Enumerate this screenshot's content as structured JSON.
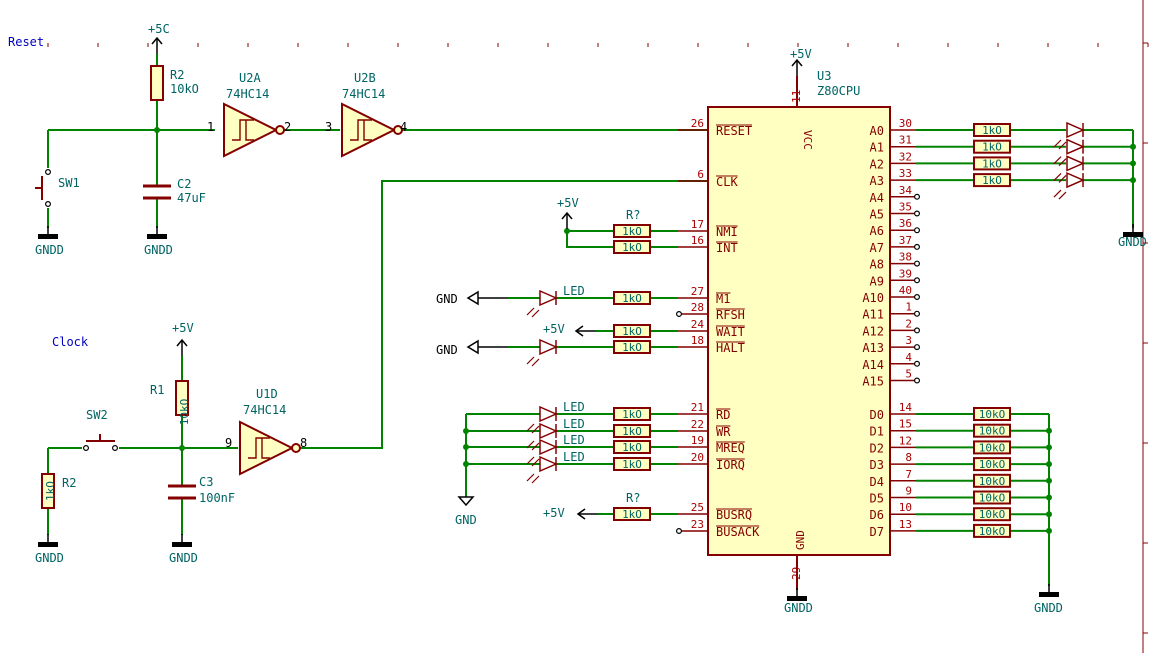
{
  "colors": {
    "wire": "#008400",
    "body": "#840000",
    "body_fill": "#ffffc2",
    "label": "#006464",
    "ref": "#006464",
    "pin_num": "#a90000",
    "pin_name": "#840000",
    "title": "#0000c2",
    "power": "#000000"
  },
  "sections": {
    "reset": "Reset",
    "clock": "Clock"
  },
  "power": {
    "p5c": "+5C",
    "p5v": "+5V",
    "gndd": "GNDD",
    "gnd": "GND"
  },
  "parts": {
    "r2_top": {
      "ref": "R2",
      "value": "10kO"
    },
    "c2": {
      "ref": "C2",
      "value": "47uF"
    },
    "sw1": {
      "ref": "SW1"
    },
    "u2a": {
      "ref": "U2A",
      "value": "74HC14",
      "pin_in": "1",
      "pin_out": "2"
    },
    "u2b": {
      "ref": "U2B",
      "value": "74HC14",
      "pin_in": "3",
      "pin_out": "4"
    },
    "r1": {
      "ref": "R1",
      "value": "10kO"
    },
    "sw2": {
      "ref": "SW2"
    },
    "r2_bot": {
      "ref": "R2",
      "value": "1kO"
    },
    "c3": {
      "ref": "C3",
      "value": "100nF"
    },
    "u1d": {
      "ref": "U1D",
      "value": "74HC14",
      "pin_in": "9",
      "pin_out": "8"
    },
    "u3": {
      "ref": "U3",
      "value": "Z80CPU",
      "vcc": "VCC",
      "gnd": "GND",
      "vcc_pin": "11",
      "gnd_pin": "29"
    },
    "rnmi": {
      "ref": "R?",
      "value": "1kO"
    },
    "rbus": {
      "ref": "R?",
      "value": "1kO"
    },
    "led_label": "LED",
    "r_1k": "1kO",
    "r_10k": "10kO"
  },
  "left_pins": [
    {
      "num": "26",
      "name": "RESET"
    },
    {
      "num": "6",
      "name": "CLK"
    },
    {
      "num": "17",
      "name": "NMI"
    },
    {
      "num": "16",
      "name": "INT"
    },
    {
      "num": "27",
      "name": "M1"
    },
    {
      "num": "28",
      "name": "RFSH"
    },
    {
      "num": "24",
      "name": "WAIT"
    },
    {
      "num": "18",
      "name": "HALT"
    },
    {
      "num": "21",
      "name": "RD"
    },
    {
      "num": "22",
      "name": "WR"
    },
    {
      "num": "19",
      "name": "MREQ"
    },
    {
      "num": "20",
      "name": "IORQ"
    },
    {
      "num": "25",
      "name": "BUSRQ"
    },
    {
      "num": "23",
      "name": "BUSACK"
    }
  ],
  "address_pins": [
    {
      "num": "30",
      "name": "A0"
    },
    {
      "num": "31",
      "name": "A1"
    },
    {
      "num": "32",
      "name": "A2"
    },
    {
      "num": "33",
      "name": "A3"
    },
    {
      "num": "34",
      "name": "A4"
    },
    {
      "num": "35",
      "name": "A5"
    },
    {
      "num": "36",
      "name": "A6"
    },
    {
      "num": "37",
      "name": "A7"
    },
    {
      "num": "38",
      "name": "A8"
    },
    {
      "num": "39",
      "name": "A9"
    },
    {
      "num": "40",
      "name": "A10"
    },
    {
      "num": "1",
      "name": "A11"
    },
    {
      "num": "2",
      "name": "A12"
    },
    {
      "num": "3",
      "name": "A13"
    },
    {
      "num": "4",
      "name": "A14"
    },
    {
      "num": "5",
      "name": "A15"
    }
  ],
  "data_pins": [
    {
      "num": "14",
      "name": "D0"
    },
    {
      "num": "15",
      "name": "D1"
    },
    {
      "num": "12",
      "name": "D2"
    },
    {
      "num": "8",
      "name": "D3"
    },
    {
      "num": "7",
      "name": "D4"
    },
    {
      "num": "9",
      "name": "D5"
    },
    {
      "num": "10",
      "name": "D6"
    },
    {
      "num": "13",
      "name": "D7"
    }
  ]
}
